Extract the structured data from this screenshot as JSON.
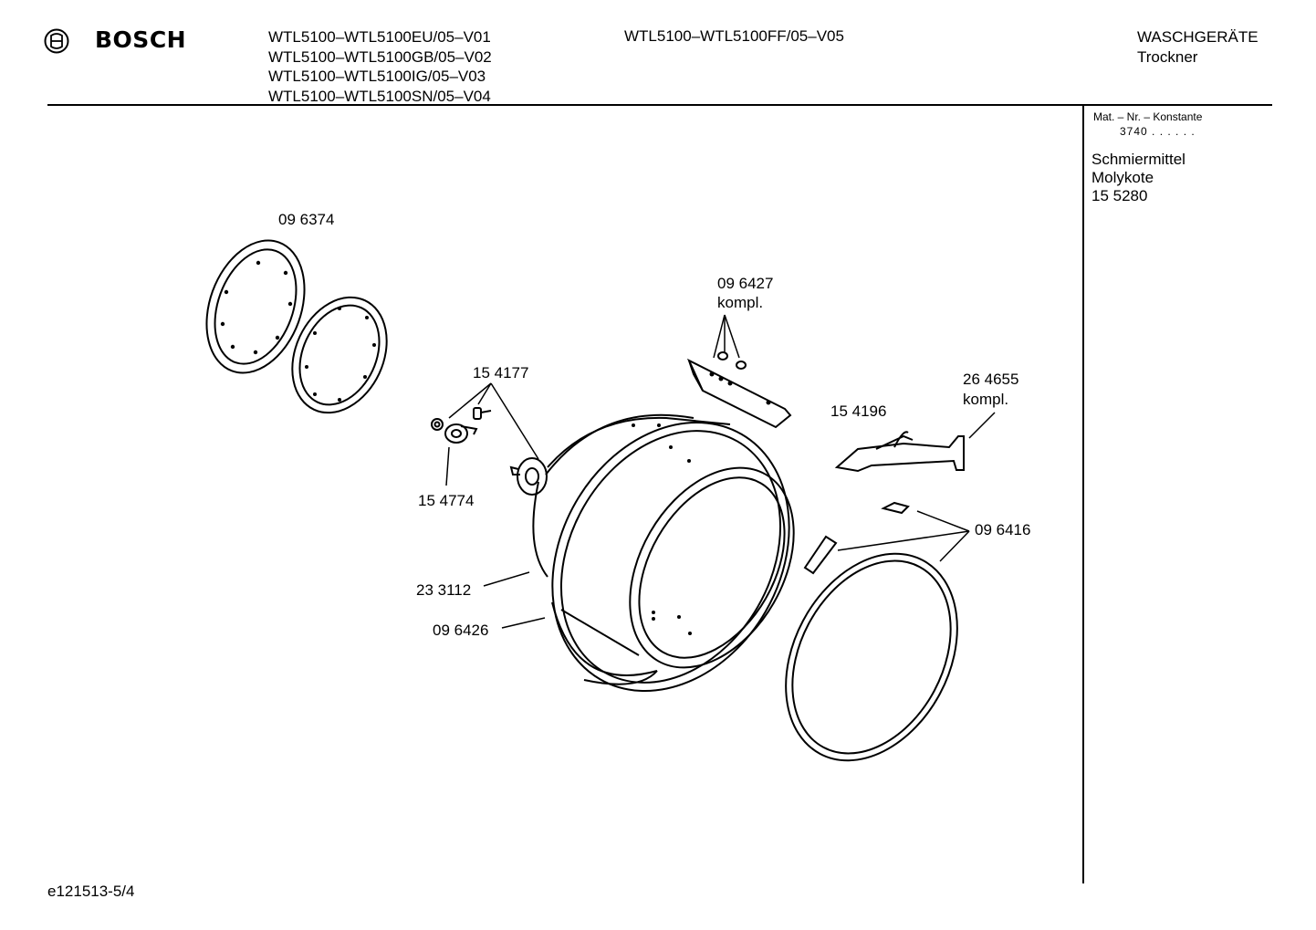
{
  "header": {
    "brand": "BOSCH",
    "models": [
      "WTL5100–WTL5100EU/05–V01",
      "WTL5100–WTL5100GB/05–V02",
      "WTL5100–WTL5100IG/05–V03",
      "WTL5100–WTL5100SN/05–V04"
    ],
    "model_right": "WTL5100–WTL5100FF/05–V05",
    "category": "WASCHGERÄTE",
    "subcategory": "Trockner"
  },
  "sidebar": {
    "mat_label": "Mat. – Nr. – Konstante",
    "mat_value": "3740 . .  . . . .",
    "lubricant_lines": [
      "Schmiermittel",
      "Molykote",
      "15 5280"
    ]
  },
  "parts": {
    "p096374": "09 6374",
    "p096427": "09 6427",
    "p096427_kompl": "kompl.",
    "p154177": "15 4177",
    "p264655": "26 4655",
    "p264655_kompl": "kompl.",
    "p154196": "15 4196",
    "p154774": "15 4774",
    "p096416": "09 6416",
    "p233112": "23 3112",
    "p096426": "09 6426"
  },
  "footer": {
    "code": "e121513-5/4"
  }
}
